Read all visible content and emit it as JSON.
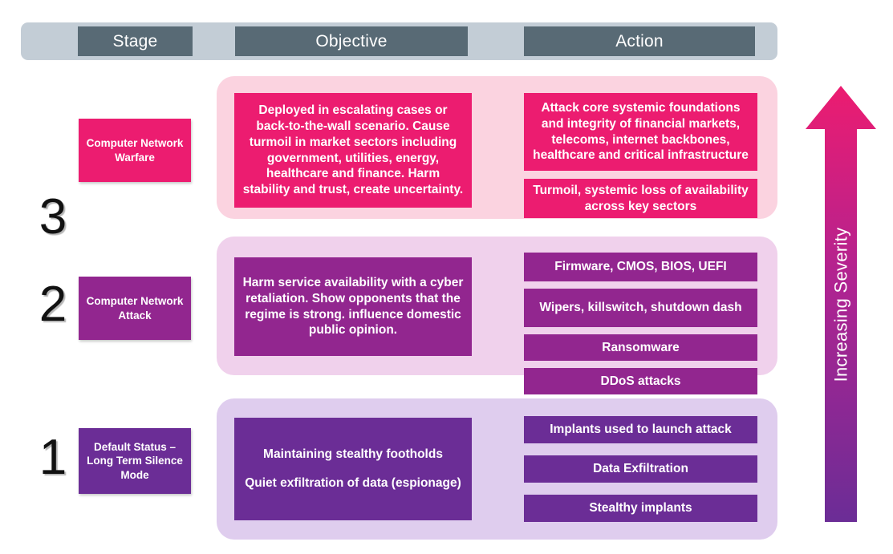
{
  "header": {
    "columns": [
      {
        "label": "Stage"
      },
      {
        "label": "Objective"
      },
      {
        "label": "Action"
      }
    ]
  },
  "severity": {
    "label": "Increasing Severity",
    "direction": "up",
    "gradient_top": "#EC1C70",
    "gradient_bottom": "#6B2D96"
  },
  "colors": {
    "header_bar": "#C3CDD6",
    "header_cell": "#586A75",
    "stage3": "#EC1C70",
    "stage3_tint": "#FBD3E0",
    "stage2": "#92268F",
    "stage2_tint": "#F0D1EC",
    "stage1": "#6B2D96",
    "stage1_tint": "#DFCDEE"
  },
  "rows": [
    {
      "number": "3",
      "stage_label": "Computer Network Warfare",
      "objective": [
        "Deployed in escalating cases or back-to-the-wall scenario. Cause turmoil in market sectors including government, utilities, energy, healthcare and finance. Harm stability and trust, create uncertainty."
      ],
      "actions": [
        "Attack core systemic foundations and integrity of financial markets, telecoms, internet backbones, healthcare and critical infrastructure",
        "Turmoil, systemic loss of availability across key sectors"
      ]
    },
    {
      "number": "2",
      "stage_label": "Computer Network Attack",
      "objective": [
        "Harm service availability with a cyber retaliation. Show opponents that the regime is strong. influence domestic public opinion."
      ],
      "actions": [
        "Firmware, CMOS, BIOS, UEFI",
        "Wipers, killswitch, shutdown dash",
        "Ransomware",
        "DDoS attacks"
      ]
    },
    {
      "number": "1",
      "stage_label": "Default Status – Long Term Silence Mode",
      "objective": [
        "Maintaining stealthy footholds",
        "Quiet exfiltration of data (espionage)"
      ],
      "actions": [
        "Implants used to launch attack",
        "Data Exfiltration",
        "Stealthy implants"
      ]
    }
  ]
}
